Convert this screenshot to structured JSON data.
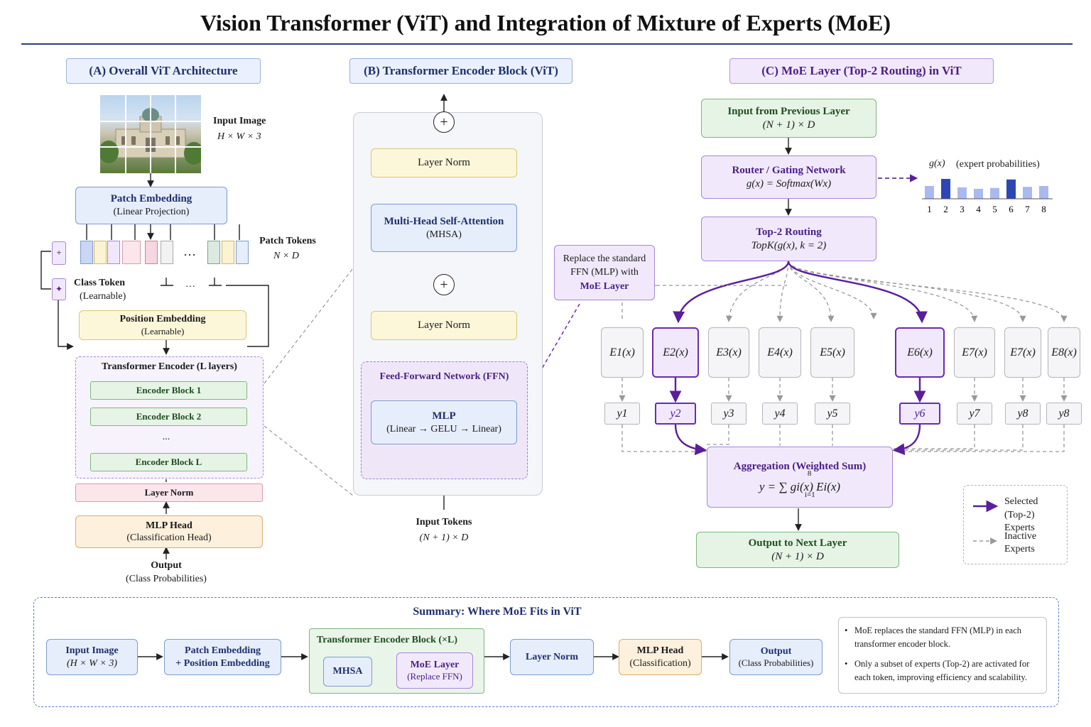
{
  "title": "Vision Transformer (ViT) and Integration of Mixture of Experts (MoE)",
  "panel_a": {
    "header": "(A) Overall ViT Architecture",
    "input_image_label": "Input Image",
    "input_image_dims": "H × W × 3",
    "patch_embedding": "Patch Embedding",
    "patch_embedding_sub": "(Linear Projection)",
    "patch_tokens_label": "Patch Tokens",
    "patch_tokens_dims": "N × D",
    "ellipsis": "…",
    "plus_symbol": "+",
    "star_symbol": "✦",
    "class_token": "Class Token",
    "class_token_sub": "(Learnable)",
    "position_embedding": "Position Embedding",
    "position_embedding_sub": "(Learnable)",
    "encoder_title": "Transformer Encoder (L layers)",
    "encoder_block_1": "Encoder Block 1",
    "encoder_block_2": "Encoder Block 2",
    "encoder_dots": "...",
    "encoder_block_l": "Encoder Block L",
    "layer_norm": "Layer Norm",
    "mlp_head": "MLP Head",
    "mlp_head_sub": "(Classification Head)",
    "output": "Output",
    "output_sub": "(Class Probabilities)"
  },
  "panel_b": {
    "header": "(B) Transformer Encoder Block (ViT)",
    "layer_norm_top": "Layer Norm",
    "mhsa": "Multi-Head Self-Attention",
    "mhsa_sub": "(MHSA)",
    "plus_symbol": "+",
    "layer_norm_bottom": "Layer Norm",
    "ffn": "Feed-Forward Network (FFN)",
    "mlp": "MLP",
    "mlp_sub": "(Linear → GELU → Linear)",
    "input_tokens": "Input Tokens",
    "input_tokens_dims": "(N + 1) × D",
    "replace_note_1": "Replace the standard",
    "replace_note_2": "FFN (MLP) with",
    "replace_note_3": "MoE Layer"
  },
  "panel_c": {
    "header": "(C) MoE Layer (Top-2 Routing) in ViT",
    "input_prev": "Input from Previous Layer",
    "input_prev_dims": "(N + 1) × D",
    "router": "Router / Gating Network",
    "router_formula": "g(x) = Softmax(Wx)",
    "top2": "Top-2 Routing",
    "top2_formula": "TopK(g(x), k = 2)",
    "gx_label": "g(x)",
    "gx_sub": "(expert probabilities)",
    "experts": [
      "E1(x)",
      "E2(x)",
      "E3(x)",
      "E4(x)",
      "E5(x)",
      "E6(x)",
      "E7(x)",
      "E7(x)",
      "E8(x)"
    ],
    "outputs": [
      "y1",
      "y2",
      "y3",
      "y4",
      "y5",
      "y6",
      "y7",
      "y8",
      "y8"
    ],
    "aggregation": "Aggregation (Weighted Sum)",
    "aggregation_formula": "y = ∑ gi(x) Ei(x)",
    "sum_upper": "8",
    "sum_lower": "i=1",
    "output_next": "Output to Next Layer",
    "output_next_dims": "(N + 1) × D",
    "legend_selected_1": "Selected",
    "legend_selected_2": "(Top-2) Experts",
    "legend_inactive_1": "Inactive",
    "legend_inactive_2": "Experts"
  },
  "chart_data": {
    "type": "bar",
    "title": "g(x) (expert probabilities)",
    "categories": [
      "1",
      "2",
      "3",
      "4",
      "5",
      "6",
      "7",
      "8"
    ],
    "values": [
      0.45,
      0.7,
      0.4,
      0.35,
      0.38,
      0.68,
      0.42,
      0.45
    ],
    "ylim": [
      0,
      0.8
    ],
    "highlighted": [
      "2",
      "6"
    ],
    "colors": {
      "normal": "#aab9ee",
      "selected": "#2c47b5"
    }
  },
  "summary": {
    "title": "Summary: Where MoE Fits in ViT",
    "input_image": "Input Image",
    "input_image_dims": "(H × W × 3)",
    "patch_embed_1": "Patch Embedding",
    "patch_embed_2": "+ Position Embedding",
    "encoder_block": "Transformer Encoder Block (×L)",
    "mhsa": "MHSA",
    "moe_layer": "MoE Layer",
    "moe_layer_sub": "(Replace FFN)",
    "layer_norm": "Layer Norm",
    "mlp_head": "MLP Head",
    "mlp_head_sub": "(Classification)",
    "output": "Output",
    "output_sub": "(Class Probabilities)",
    "bullet_1": "MoE replaces the standard FFN (MLP) in each transformer encoder block.",
    "bullet_2": "Only a subset of experts (Top-2) are activated for each token, improving efficiency and scalability."
  }
}
